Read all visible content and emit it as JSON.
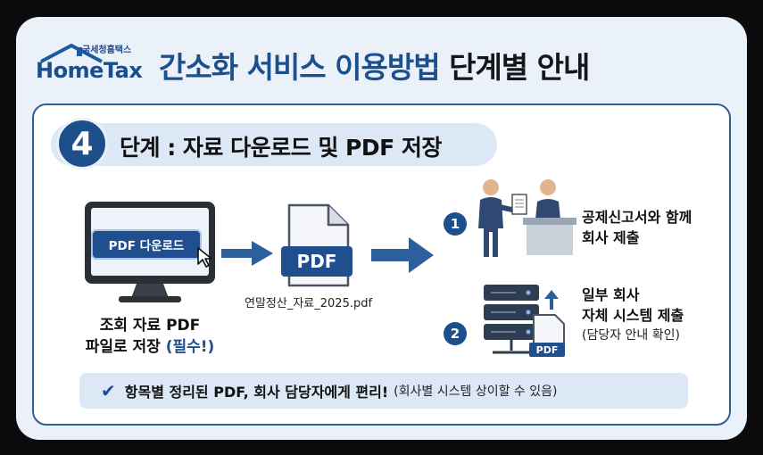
{
  "header": {
    "logo_small": "국세청홈택스",
    "logo_main": "HomeTax",
    "title_blue": "간소화 서비스 이용방법",
    "title_dark": "단계별 안내"
  },
  "step": {
    "number": "4",
    "title": "단계 : 자료 다운로드 및 PDF 저장"
  },
  "download": {
    "button_label": "PDF 다운로드",
    "caption_line1": "조회 자료 PDF",
    "caption_line2_prefix": "파일로 저장 ",
    "caption_required": "(필수!)"
  },
  "file": {
    "badge": "PDF",
    "name": "연말정산_자료_2025.pdf"
  },
  "options": [
    {
      "number": "1",
      "line1": "공제신고서와 함께",
      "line2": "회사 제출",
      "note": ""
    },
    {
      "number": "2",
      "line1": "일부 회사",
      "line2": "자체 시스템 제출",
      "note": "(담당자 안내 확인)",
      "badge": "PDF"
    }
  ],
  "bottom": {
    "main": "항목별 정리된 PDF, 회사 담당자에게 편리!",
    "note": "(회사별 시스템 상이할 수 있음)"
  },
  "colors": {
    "brand_blue": "#1e4f8d",
    "light_blue": "#dce8f5",
    "background": "#eaf1f9"
  }
}
